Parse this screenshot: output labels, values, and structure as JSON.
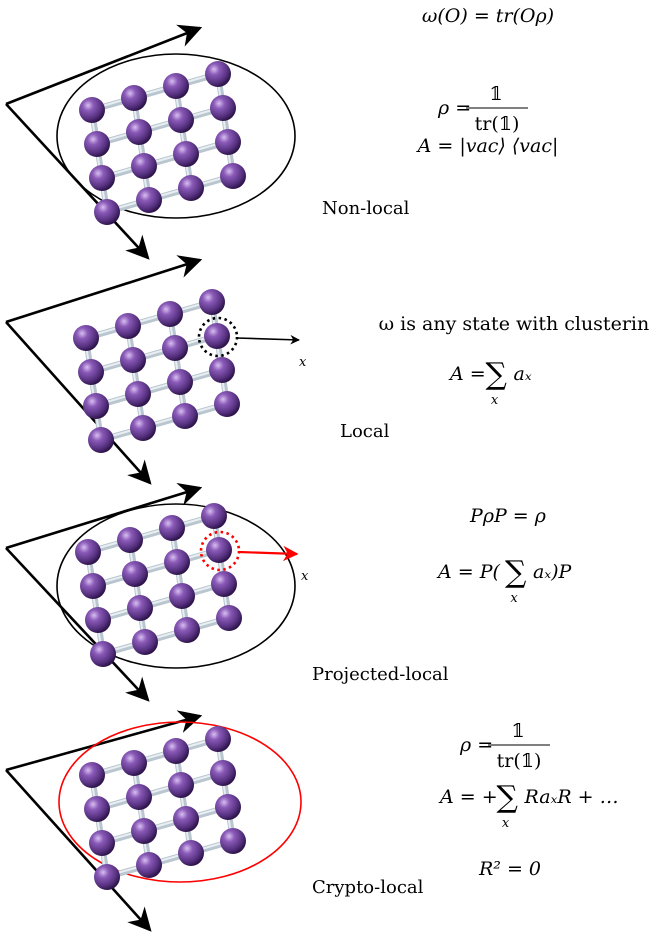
{
  "panels": [
    {
      "label": "Non-local",
      "boundary": "ellipse",
      "boundary_color": "#000000",
      "highlight": null,
      "equations": [
        {
          "kind": "text",
          "text": "ω(O) = tr(Oρ)"
        },
        {
          "kind": "frac",
          "lhs": "ρ =",
          "num": "𝟙",
          "den": "tr(𝟙)"
        },
        {
          "kind": "text",
          "text": "A = |vac⟩ ⟨vac|"
        }
      ]
    },
    {
      "label": "Local",
      "boundary": "none",
      "boundary_color": "#000000",
      "highlight": {
        "color": "#000000",
        "arrow_label": "x"
      },
      "equations": [
        {
          "kind": "text",
          "text": "ω is any state with clustering"
        },
        {
          "kind": "sum",
          "pre": "A =",
          "post": "aₓ",
          "sub": "x"
        }
      ]
    },
    {
      "label": "Projected-local",
      "boundary": "ellipse",
      "boundary_color": "#000000",
      "highlight": {
        "color": "#ff0000",
        "arrow_label": "x"
      },
      "equations": [
        {
          "kind": "text",
          "text": "PρP = ρ"
        },
        {
          "kind": "sum",
          "pre": "A = P(",
          "post": "aₓ)P",
          "sub": "x"
        }
      ]
    },
    {
      "label": "Crypto-local",
      "boundary": "ellipse",
      "boundary_color": "#ff0000",
      "highlight": null,
      "equations": [
        {
          "kind": "frac",
          "lhs": "ρ =",
          "num": "𝟙",
          "den": "tr(𝟙)"
        },
        {
          "kind": "sum",
          "pre": "A = +",
          "post": "RaₓR + …",
          "sub": "x"
        },
        {
          "kind": "text",
          "text": "R² = 0"
        }
      ]
    }
  ],
  "colors": {
    "atom_dark": "#3a1a5c",
    "atom_mid": "#7040a0",
    "atom_light": "#c9a8e8",
    "bond": "#b9c6cf",
    "red": "#ff0000"
  }
}
